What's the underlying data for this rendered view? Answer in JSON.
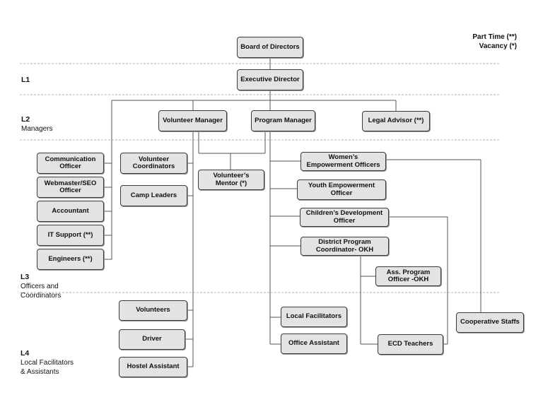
{
  "legend": {
    "part_time": "Part Time (**)",
    "vacancy": "Vacancy (*)"
  },
  "levels": {
    "l1": {
      "code": "L1",
      "name": ""
    },
    "l2": {
      "code": "L2",
      "name": "Managers"
    },
    "l3": {
      "code": "L3",
      "name": "Officers and\nCoordinators"
    },
    "l4": {
      "code": "L4",
      "name": "Local Facilitators\n& Assistants"
    }
  },
  "nodes": {
    "board": "Board of Directors",
    "exec_director": "Executive Director",
    "volunteer_manager": "Volunteer Manager",
    "program_manager": "Program Manager",
    "legal_advisor": "Legal Advisor (**)",
    "communication_officer": "Communication\nOfficer",
    "webmaster": "Webmaster/SEO\nOfficer",
    "accountant": "Accountant",
    "it_support": "IT Support (**)",
    "engineers": "Engineers (**)",
    "volunteer_coordinators": "Volunteer\nCoordinators",
    "camp_leaders": "Camp Leaders",
    "volunteers_mentor": "Volunteer’s\nMentor (*)",
    "womens_officers": "Women’s\nEmpowerment Officers",
    "youth_officer": "Youth Empowerment\nOfficer",
    "childrens_officer": "Children’s Development\nOfficer",
    "district_coordinator": "District Program\nCoordinator- OKH",
    "ass_program_officer": "Ass. Program\nOfficer -OKH",
    "volunteers": "Volunteers",
    "driver": "Driver",
    "hostel_assistant": "Hostel Assistant",
    "local_facilitators": "Local Facilitators",
    "office_assistant": "Office Assistant",
    "ecd_teachers": "ECD Teachers",
    "cooperative_staffs": "Cooperative Staffs"
  }
}
